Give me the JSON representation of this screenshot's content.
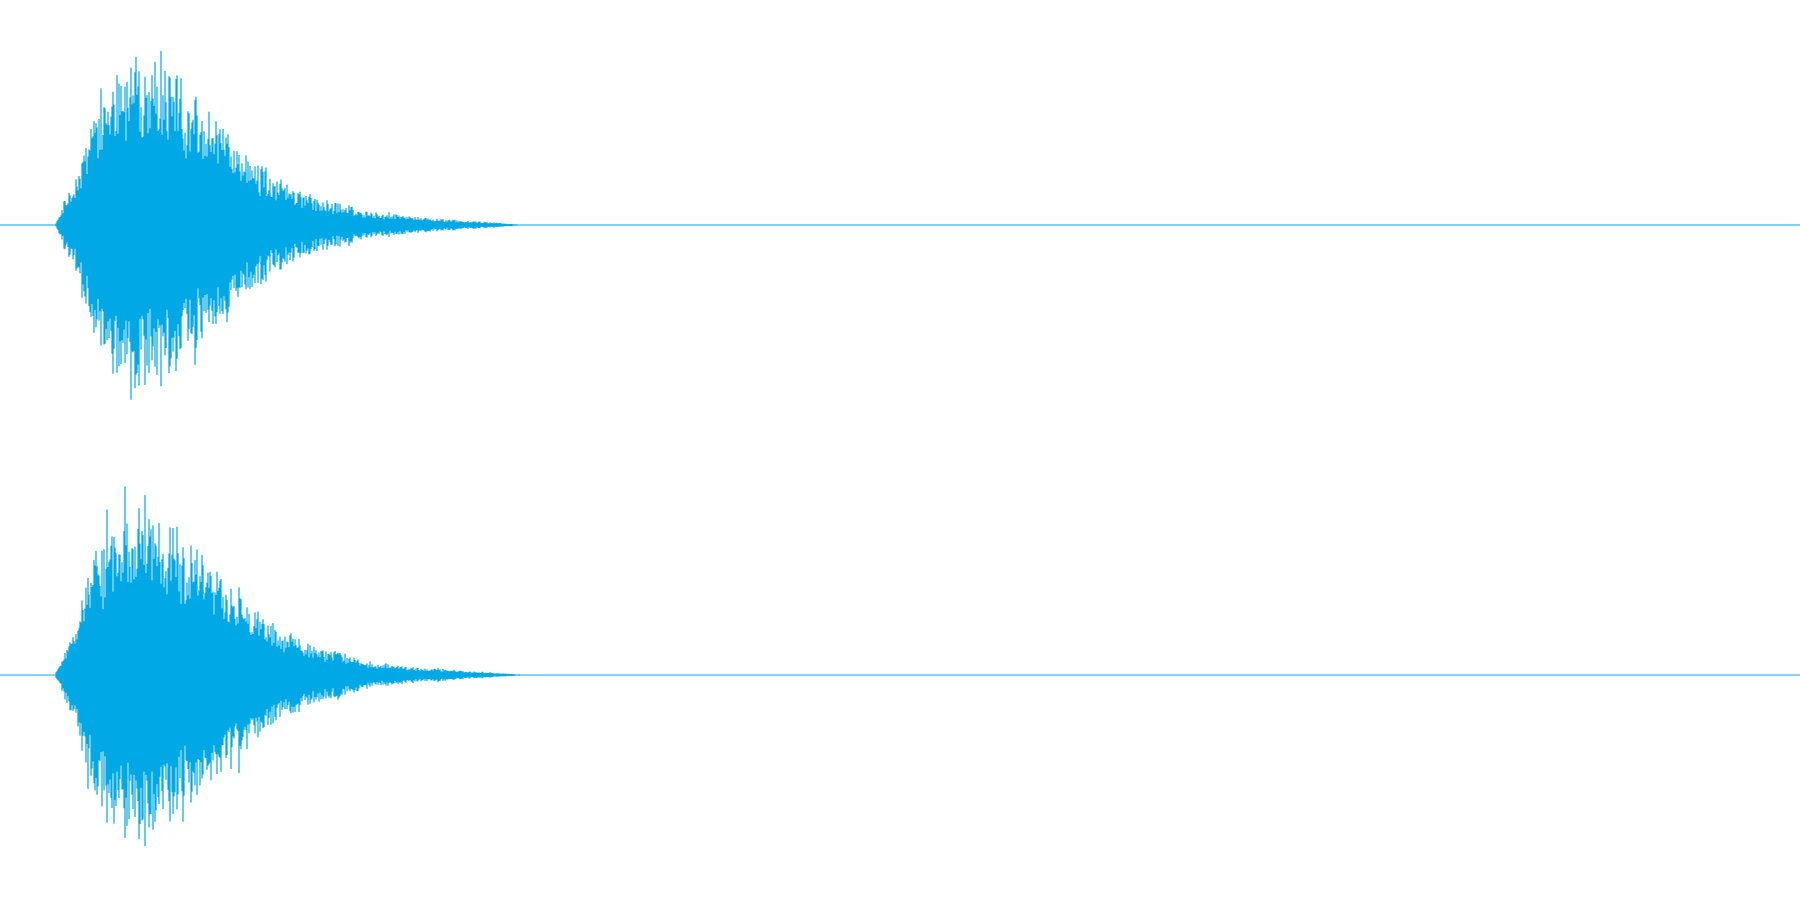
{
  "waveform": {
    "color": "#00a8e6",
    "channels": [
      {
        "label": "",
        "envelope": {
          "time": [
            0.0,
            0.01,
            0.02,
            0.03,
            0.05,
            0.08,
            0.1,
            0.12,
            0.15,
            0.18,
            0.2,
            0.25,
            0.3,
            0.35,
            0.4,
            0.45
          ],
          "amplitude": [
            0.0,
            0.15,
            0.25,
            0.55,
            0.8,
            0.95,
            0.85,
            0.75,
            0.6,
            0.4,
            0.28,
            0.14,
            0.07,
            0.04,
            0.02,
            0.0
          ]
        }
      },
      {
        "label": "",
        "envelope": {
          "time": [
            0.0,
            0.01,
            0.02,
            0.03,
            0.05,
            0.08,
            0.1,
            0.12,
            0.15,
            0.18,
            0.2,
            0.25,
            0.3,
            0.35,
            0.4,
            0.45
          ],
          "amplitude": [
            0.0,
            0.15,
            0.25,
            0.52,
            0.78,
            0.96,
            0.86,
            0.76,
            0.62,
            0.42,
            0.3,
            0.15,
            0.07,
            0.04,
            0.02,
            0.0
          ]
        }
      }
    ]
  }
}
